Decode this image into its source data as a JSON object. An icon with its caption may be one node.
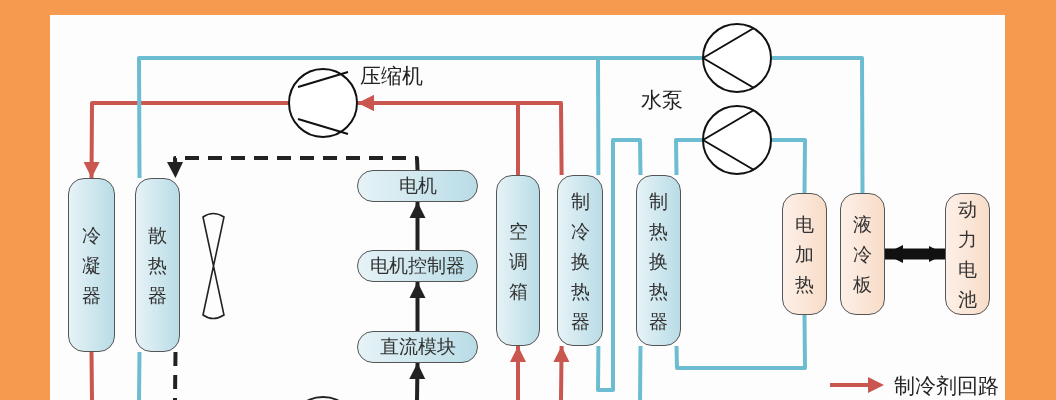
{
  "diagram": {
    "nodes": [
      {
        "text": [],
        "shape": "circle"
      },
      {
        "text": [],
        "shape": "circle"
      },
      {
        "text": [],
        "shape": "circle"
      },
      {
        "text": [
          "冷凝器"
        ]
      },
      {
        "text": [
          "散热器"
        ]
      },
      {
        "text": [
          "电机"
        ]
      },
      {
        "text": [
          "电机控制器"
        ]
      },
      {
        "text": [
          "直流模块"
        ]
      },
      {
        "text": [
          "空调箱"
        ]
      },
      {
        "text": [
          "制冷换热器"
        ]
      },
      {
        "text": [
          "制热换热器"
        ]
      },
      {
        "text": [
          "电加热"
        ]
      },
      {
        "text": [
          "液冷板"
        ]
      },
      {
        "text": [
          "动力电池"
        ]
      }
    ],
    "edges": [
      {
        "from": 0,
        "to": 3,
        "arrow": "to",
        "color": "#c9574f"
      },
      {
        "from": 8,
        "to": 0,
        "arrow": "to",
        "color": "#c9574f"
      },
      {
        "from": 9,
        "to": 0,
        "arrow": "to",
        "color": "#c9574f"
      },
      {
        "from": null,
        "to": 8,
        "arrow": "to",
        "color": "#c9574f"
      },
      {
        "from": null,
        "to": 9,
        "arrow": "to",
        "color": "#c9574f"
      },
      {
        "from": 3,
        "to": null,
        "arrow": "none",
        "color": "#c9574f"
      },
      {
        "from": 5,
        "to": 4,
        "arrow": "to",
        "style": "dashed",
        "color": "#222222"
      },
      {
        "from": 6,
        "to": 5,
        "arrow": "to",
        "color": "#222222"
      },
      {
        "from": 7,
        "to": 6,
        "arrow": "to",
        "color": "#222222"
      },
      {
        "from": null,
        "to": 7,
        "arrow": "to",
        "color": "#222222"
      },
      {
        "from": 4,
        "to": null,
        "arrow": "none",
        "style": "dashed",
        "color": "#222222"
      },
      {
        "from": 4,
        "to": 1,
        "arrow": "none"
      },
      {
        "from": 9,
        "to": 1,
        "arrow": "none"
      },
      {
        "from": 1,
        "to": 12,
        "arrow": "none"
      },
      {
        "from": 4,
        "to": null,
        "arrow": "none"
      },
      {
        "from": 9,
        "to": 10,
        "arrow": "none"
      },
      {
        "from": 10,
        "to": null,
        "arrow": "none"
      },
      {
        "from": 10,
        "to": 2,
        "arrow": "none"
      },
      {
        "from": 2,
        "to": 11,
        "arrow": "none"
      },
      {
        "from": 11,
        "to": 10,
        "arrow": "none"
      },
      {
        "from": 12,
        "to": 13,
        "arrow": "both",
        "style": "thick",
        "color": "#111111"
      }
    ],
    "labels": [
      "压缩机",
      "水泵"
    ],
    "legend": [
      {
        "text": "制冷剂回路"
      }
    ]
  }
}
